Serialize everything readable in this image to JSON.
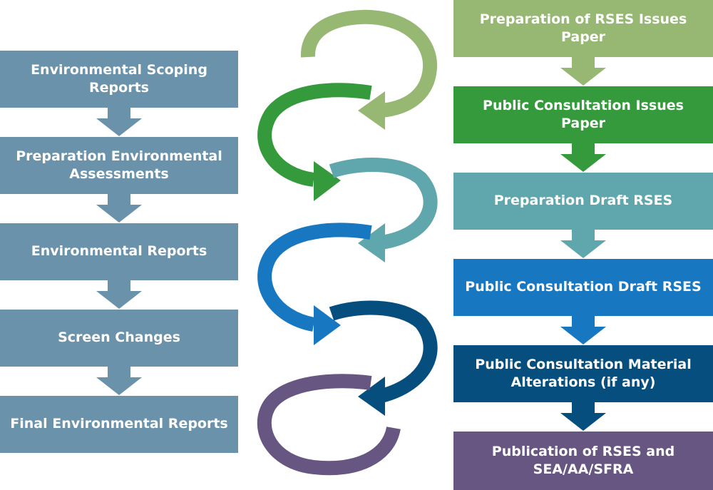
{
  "left_flow": {
    "steps": [
      {
        "label": "Environmental Scoping Reports"
      },
      {
        "label": "Preparation Environmental Assessments"
      },
      {
        "label": "Environmental Reports"
      },
      {
        "label": "Screen Changes"
      },
      {
        "label": "Final Environmental Reports"
      }
    ],
    "color": "#6b92ab"
  },
  "right_flow": {
    "steps": [
      {
        "label": "Preparation of RSES Issues Paper",
        "color": "#97b873"
      },
      {
        "label": "Public Consultation Issues Paper",
        "color": "#349a3c"
      },
      {
        "label": "Preparation Draft RSES",
        "color": "#5fa7ad"
      },
      {
        "label": "Public Consultation Draft RSES",
        "color": "#1877c1"
      },
      {
        "label": "Public Consultation Material Alterations (if any)",
        "color": "#064e7e"
      },
      {
        "label": "Publication of RSES and SEA/AA/SFRA",
        "color": "#665681"
      }
    ]
  },
  "loop_colors": [
    "#97b873",
    "#349a3c",
    "#5fa7ad",
    "#1877c1",
    "#064e7e",
    "#665681"
  ]
}
